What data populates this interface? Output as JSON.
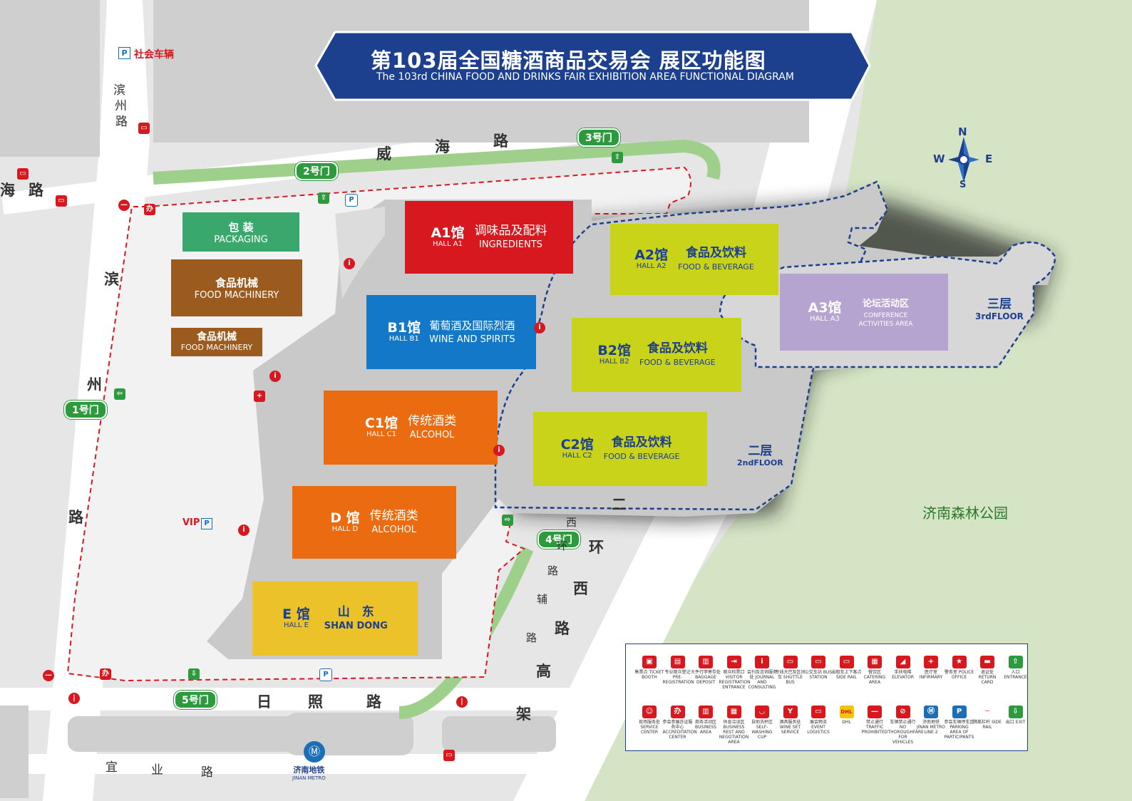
{
  "title": {
    "cn": "第103届全国糖酒商品交易会  展区功能图",
    "en": "The 103rd CHINA FOOD AND DRINKS FAIR EXHIBITION AREA FUNCTIONAL DIAGRAM"
  },
  "halls": [
    {
      "code": "A1馆",
      "code_en": "HALL A1",
      "name_cn": "调味品及配料",
      "name_en": "INGREDIENTS",
      "color": "#d7181f"
    },
    {
      "code": "A2馆",
      "code_en": "HALL A2",
      "name_cn": "食品及饮料",
      "name_en": "FOOD & BEVERAGE",
      "color": "#c9d31a"
    },
    {
      "code": "A3馆",
      "code_en": "HALL A3",
      "name_cn": "论坛活动区",
      "name_en": "CONFERENCE ACTIVITIES AREA",
      "color": "#b6a4d0"
    },
    {
      "code": "B1馆",
      "code_en": "HALL B1",
      "name_cn": "葡萄酒及国际烈酒",
      "name_en": "WINE AND SPIRITS",
      "color": "#1378c8"
    },
    {
      "code": "B2馆",
      "code_en": "HALL B2",
      "name_cn": "食品及饮料",
      "name_en": "FOOD & BEVERAGE",
      "color": "#c9d31a"
    },
    {
      "code": "C1馆",
      "code_en": "HALL C1",
      "name_cn": "传统酒类",
      "name_en": "ALCOHOL",
      "color": "#ea6b10"
    },
    {
      "code": "C2馆",
      "code_en": "HALL C2",
      "name_cn": "食品及饮料",
      "name_en": "FOOD & BEVERAGE",
      "color": "#c9d31a"
    },
    {
      "code": "D 馆",
      "code_en": "HALL D",
      "name_cn": "传统酒类",
      "name_en": "ALCOHOL",
      "color": "#ea6b10"
    },
    {
      "code": "E 馆",
      "code_en": "HALL E",
      "name_cn": "山　东",
      "name_en": "SHAN DONG",
      "color": "#ebc22a"
    }
  ],
  "outdoor_areas": [
    {
      "cn": "包 装",
      "en": "PACKAGING",
      "color": "#3aa86d"
    },
    {
      "cn": "食品机械",
      "en": "FOOD MACHINERY",
      "color": "#9b5a1e"
    },
    {
      "cn": "食品机械",
      "en": "FOOD MACHINERY",
      "color": "#9b5a1e"
    }
  ],
  "floors": [
    {
      "cn": "三层",
      "en": "3rdFLOOR"
    },
    {
      "cn": "二层",
      "en": "2ndFLOOR"
    }
  ],
  "gates": [
    "1号门",
    "2号门",
    "3号门",
    "4号门",
    "5号门"
  ],
  "roads": {
    "binzhou_top": [
      "滨",
      "州",
      "路"
    ],
    "binzhou": [
      "滨",
      "州",
      "路"
    ],
    "weihai_left": [
      "海",
      "路"
    ],
    "weihai": [
      "威",
      "海",
      "路"
    ],
    "rizhao": [
      "日",
      "照",
      "路"
    ],
    "yiye": [
      "宜",
      "业",
      "路"
    ],
    "erhuanxi": [
      "二",
      "环",
      "西",
      "路",
      "高",
      "架"
    ],
    "fulu": [
      "西",
      "环",
      "路",
      "辅",
      "路"
    ]
  },
  "labels": {
    "parking_social": "社会车辆",
    "vip": "VIP",
    "park": "济南森林公园",
    "metro_cn": "济南地铁",
    "metro_en": "JINAN METRO"
  },
  "compass": {
    "n": "N",
    "s": "S",
    "e": "E",
    "w": "W"
  },
  "legend": {
    "row1": [
      {
        "icon": "ticket-icon",
        "cn": "售票点",
        "en": "TICKET BOOTH",
        "color": "#d7181f"
      },
      {
        "icon": "clipboard-icon",
        "cn": "专业观众登记",
        "en": "PRE-REGISTRATION",
        "color": "#d7181f"
      },
      {
        "icon": "luggage-icon",
        "cn": "大件行李寄存处",
        "en": "BAGGAGE DEPOSIT",
        "color": "#d7181f"
      },
      {
        "icon": "visitor-entrance-icon",
        "cn": "观众检票口",
        "en": "VISITOR REGISTRATION ENTRANCE",
        "color": "#d7181f"
      },
      {
        "icon": "info-icon",
        "cn": "会刊及咨询服务处",
        "en": "JOURNAL AND CONSULTING",
        "color": "#d7181f"
      },
      {
        "icon": "shuttle-bus-icon",
        "cn": "专线大巴及区间车",
        "en": "SHUTTLE BUS",
        "color": "#d7181f"
      },
      {
        "icon": "bus-icon",
        "cn": "公交车站",
        "en": "BUS STATION",
        "color": "#d7181f"
      },
      {
        "icon": "taxi-icon",
        "cn": "出租车上下客点",
        "en": "SIDE RAIL",
        "color": "#d7181f"
      },
      {
        "icon": "catering-icon",
        "cn": "餐饮区",
        "en": "CATERING AREA",
        "color": "#d7181f"
      },
      {
        "icon": "escalator-icon",
        "cn": "手扶电梯",
        "en": "ELEVATOR",
        "color": "#d7181f"
      },
      {
        "icon": "infirmary-icon",
        "cn": "医疗室",
        "en": "INFIRMARY",
        "color": "#d7181f"
      },
      {
        "icon": "police-icon",
        "cn": "警务室",
        "en": "POLICE OFFICE",
        "color": "#d7181f"
      },
      {
        "icon": "return-card-icon",
        "cn": "退证处",
        "en": "RETURN CARD",
        "color": "#d7181f"
      },
      {
        "icon": "entrance-icon",
        "cn": "入口",
        "en": "ENTRANCE",
        "color": "#2e9a3e"
      }
    ],
    "row2": [
      {
        "icon": "service-center-icon",
        "cn": "现场服务处",
        "en": "SERVICE CENTER",
        "color": "#d7181f"
      },
      {
        "icon": "accreditation-icon",
        "cn": "参会参展办证服务中心",
        "en": "ACCREDITATION CENTER",
        "color": "#d7181f"
      },
      {
        "icon": "business-area-icon",
        "cn": "商务活动区",
        "en": "BUSINESS AREA",
        "color": "#d7181f"
      },
      {
        "icon": "rest-area-icon",
        "cn": "休息洽谈区",
        "en": "BUSINESS REST AND NEGOTIATION AREA",
        "color": "#d7181f"
      },
      {
        "icon": "cup-washing-icon",
        "cn": "自助洗杯区",
        "en": "SELF-WASHING CUP",
        "color": "#d7181f"
      },
      {
        "icon": "wine-set-icon",
        "cn": "酒具服务处",
        "en": "WINE SET SERVICE",
        "color": "#d7181f"
      },
      {
        "icon": "logistics-icon",
        "cn": "展会物流",
        "en": "EVENT LOGISTICS",
        "color": "#d7181f"
      },
      {
        "icon": "dhl-icon",
        "cn": "DHL",
        "en": "",
        "color": "#f5c400"
      },
      {
        "icon": "no-entry-icon",
        "cn": "禁止通行",
        "en": "TRAFFIC PROHIBITED",
        "color": "#d7181f"
      },
      {
        "icon": "no-vehicles-icon",
        "cn": "车辆禁止通行",
        "en": "NO THOROUGHFARE FOR VEHICLES",
        "color": "#d7181f"
      },
      {
        "icon": "metro-icon",
        "cn": "济南地铁",
        "en": "JINAN METRO LINE 2",
        "color": "#1c6fb5"
      },
      {
        "icon": "parking-icon",
        "cn": "参会车辆停车区",
        "en": "PARKING AREA OF PARTICIPANTS",
        "color": "#1c6fb5"
      },
      {
        "icon": "side-rail-icon",
        "cn": "隔离栏杆",
        "en": "SIDE RAIL",
        "color": "#d7181f"
      },
      {
        "icon": "exit-icon",
        "cn": "出口",
        "en": "EXIT",
        "color": "#2e9a3e"
      }
    ]
  }
}
